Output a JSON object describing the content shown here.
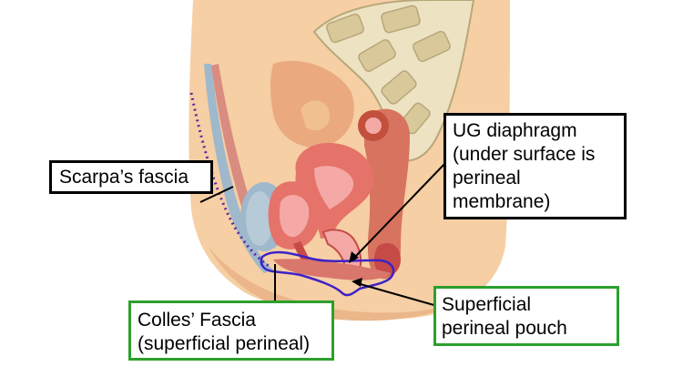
{
  "colors": {
    "skin": "#f6cfa4",
    "skin_shadow": "#eab68a",
    "muscle": "#e5736a",
    "muscle_dark": "#c64a46",
    "mucosa": "#f4a9a6",
    "bone": "#ede3c2",
    "bone_shade": "#b9a77b",
    "fascia_blue": "#9fb8cc",
    "fascia_dotted": "#5a2aa0",
    "pouch_outline": "#3d22c7",
    "black_box": "#000000",
    "green_box": "#2ca02c"
  },
  "labels": {
    "scarpa": {
      "lines": [
        "Scarpa’s fascia"
      ]
    },
    "ug_diaphragm": {
      "lines": [
        "UG diaphragm",
        "(under surface is",
        "perineal",
        "membrane)"
      ]
    },
    "colles": {
      "lines": [
        "Colles’ Fascia",
        "(superficial perineal)"
      ]
    },
    "superficial_pouch": {
      "lines": [
        "Superficial",
        "perineal pouch"
      ]
    }
  }
}
